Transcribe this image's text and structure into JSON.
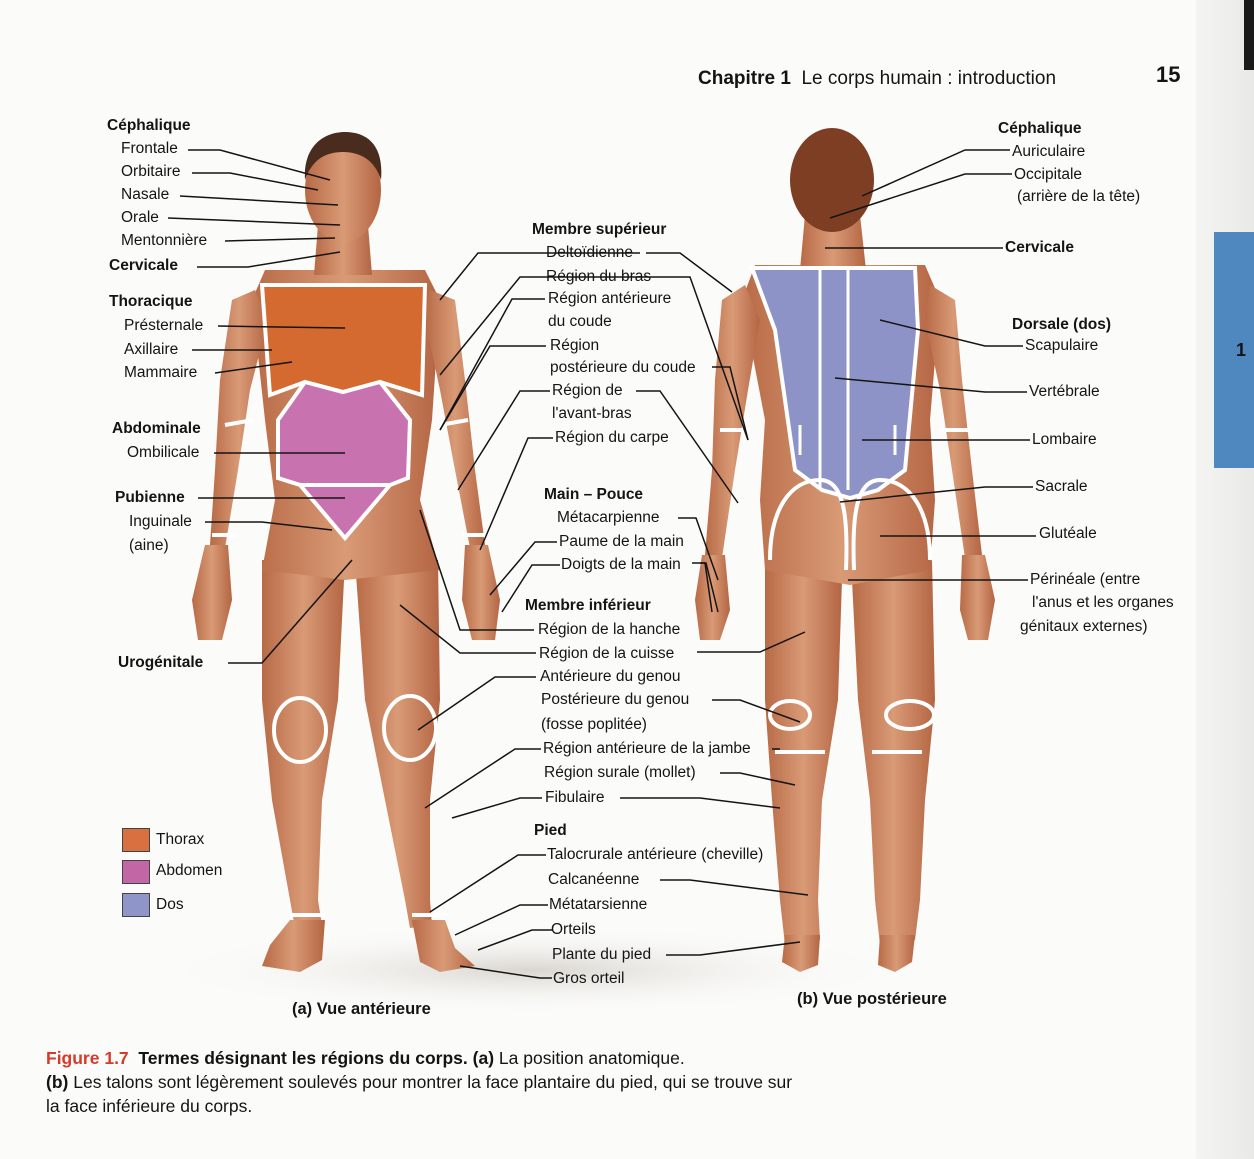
{
  "header": {
    "chapter": "Chapitre 1",
    "title": "Le corps humain : introduction",
    "page": "15"
  },
  "side_tab": "1",
  "anterior": {
    "labels": {
      "cephalique": "Céphalique",
      "frontale": "Frontale",
      "orbitaire": "Orbitaire",
      "nasale": "Nasale",
      "orale": "Orale",
      "mentonniere": "Mentonnière",
      "cervicale": "Cervicale",
      "thoracique": "Thoracique",
      "presternale": "Présternale",
      "axillaire": "Axillaire",
      "mammaire": "Mammaire",
      "abdominale": "Abdominale",
      "ombilicale": "Ombilicale",
      "pubienne": "Pubienne",
      "inguinale": "Inguinale",
      "aine": "(aine)",
      "urogenitale": "Urogénitale"
    }
  },
  "middle": {
    "membre_superieur": "Membre supérieur",
    "deltoidienne": "Deltoïdienne",
    "region_bras": "Région du bras",
    "region_ant_coude_1": "Région antérieure",
    "region_ant_coude_2": "du coude",
    "region_post_coude_1": "Région",
    "region_post_coude_2": "postérieure du coude",
    "avant_bras_1": "Région de",
    "avant_bras_2": "l'avant-bras",
    "carpe": "Région du carpe",
    "main_pouce": "Main – Pouce",
    "metacarpienne": "Métacarpienne",
    "paume": "Paume de la main",
    "doigts": "Doigts de la main",
    "membre_inferieur": "Membre inférieur",
    "hanche": "Région de la hanche",
    "cuisse": "Région de la cuisse",
    "ant_genou": "Antérieure du genou",
    "post_genou_1": "Postérieure du genou",
    "post_genou_2": "(fosse poplitée)",
    "ant_jambe": "Région antérieure de la jambe",
    "surale": "Région surale (mollet)",
    "fibulaire": "Fibulaire",
    "pied": "Pied",
    "talocrurale": "Talocrurale antérieure (cheville)",
    "calcaneenne": "Calcanéenne",
    "metatarsienne": "Métatarsienne",
    "orteils": "Orteils",
    "plante": "Plante du pied",
    "gros_orteil": "Gros orteil"
  },
  "posterior": {
    "labels": {
      "cephalique": "Céphalique",
      "auriculaire": "Auriculaire",
      "occipitale": "Occipitale",
      "occipitale_2": "(arrière de la tête)",
      "cervicale": "Cervicale",
      "dorsale": "Dorsale (dos)",
      "scapulaire": "Scapulaire",
      "vertebrale": "Vertébrale",
      "lombaire": "Lombaire",
      "sacrale": "Sacrale",
      "gluteale": "Glutéale",
      "perineale_1": "Périnéale (entre",
      "perineale_2": "l'anus et les organes",
      "perineale_3": "génitaux externes)"
    }
  },
  "legend": [
    {
      "label": "Thorax",
      "color": "#d8703f"
    },
    {
      "label": "Abdomen",
      "color": "#c266a6"
    },
    {
      "label": "Dos",
      "color": "#8f95c8"
    }
  ],
  "views": {
    "anterior": "(a) Vue antérieure",
    "posterior": "(b) Vue postérieure"
  },
  "caption": {
    "fig": "Figure 1.7",
    "title": "Termes désignant les régions du corps.",
    "a_tag": "(a)",
    "a_text": "La position anatomique.",
    "b_tag": "(b)",
    "b_text": "Les talons sont légèrement soulevés pour montrer la face plantaire du pied, qui se trouve sur la face inférieure du corps."
  }
}
